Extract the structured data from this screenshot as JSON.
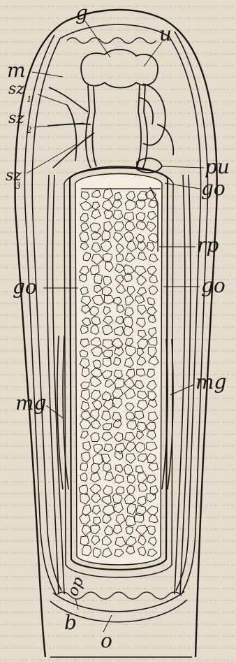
{
  "figure": {
    "labels": {
      "g": "g",
      "u": "u",
      "m": "m",
      "sz1": "sz",
      "sz1_sub": "1",
      "sz2": "sz",
      "sz2_sub": "2",
      "sz3": "sz",
      "sz3_sub": "3",
      "pu": "pu",
      "go_upper": "go",
      "rp": "rp",
      "go_left": "go",
      "go_right": "go",
      "mg_right": "mg",
      "mg_left": "mg",
      "op": "op",
      "o": "o",
      "b": "b"
    }
  },
  "colors": {
    "paper": "#e6dccb",
    "ink": "#1c1712",
    "cell_fill": "#f3ece0"
  }
}
